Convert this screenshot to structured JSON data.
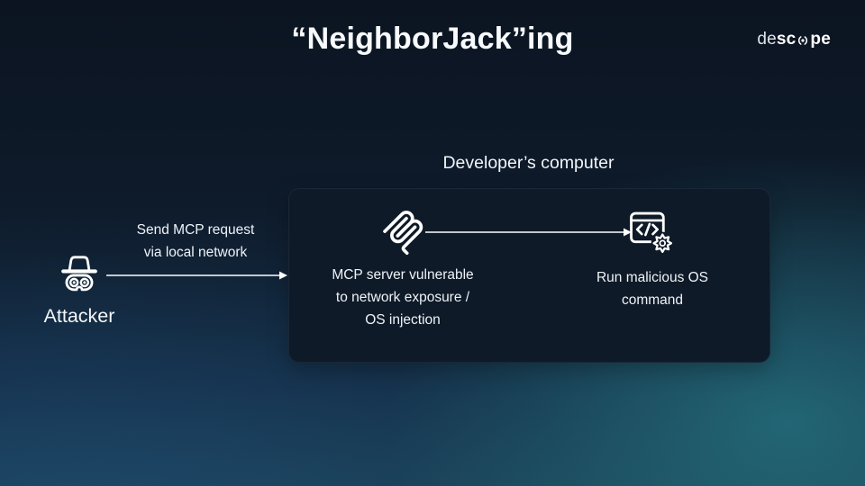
{
  "slide": {
    "title": "“NeighborJack”ing",
    "brand": {
      "part_light": "de",
      "part_bold_1": "sc",
      "part_bold_2": "pe"
    }
  },
  "diagram": {
    "developer_box_label": "Developer’s computer",
    "attacker": {
      "label": "Attacker"
    },
    "attack_arrow": {
      "line1": "Send MCP request",
      "line2": "via local network"
    },
    "mcp_node": {
      "line1": "MCP server vulnerable",
      "line2": "to network exposure /",
      "line3": "OS injection"
    },
    "command_node": {
      "line1": "Run malicious OS",
      "line2": "command"
    }
  },
  "icons": {
    "attacker": "spy-incognito-icon",
    "mcp_node": "mcp-logo-icon",
    "command_node": "code-window-gear-icon",
    "brand_o": "descope-lens-icon",
    "connectors": "arrow-right"
  },
  "colors": {
    "background_top": "#0d1522",
    "background_bottom_left": "#1c3c5a",
    "background_bottom_right": "#1e4e5c",
    "panel_background": "#0e1a28",
    "text_primary": "#f4f7fa"
  }
}
